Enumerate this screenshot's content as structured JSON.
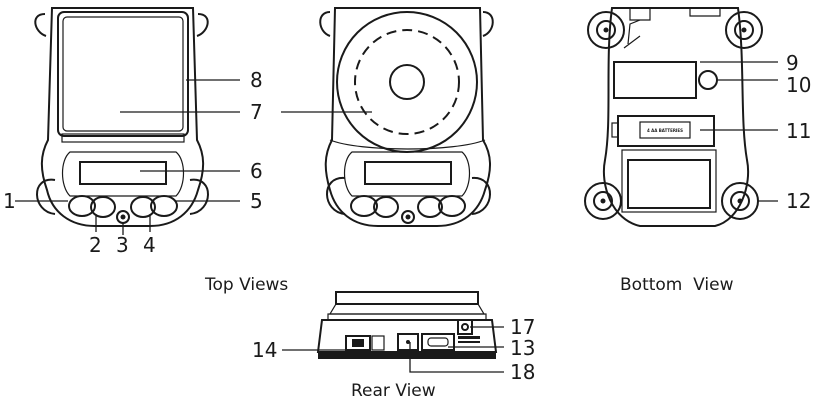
{
  "captions": {
    "top_views": "Top Views",
    "bottom_view": "Bottom  View",
    "rear_view": "Rear View"
  },
  "callouts": {
    "n1": "1",
    "n2": "2",
    "n3": "3",
    "n4": "4",
    "n5": "5",
    "n6": "6",
    "n7": "7",
    "n8": "8",
    "n9": "9",
    "n10": "10",
    "n11": "11",
    "n12": "12",
    "n13": "13",
    "n14": "14",
    "n17": "17",
    "n18": "18"
  },
  "battery_label": "4 AA BATTERIES",
  "colors": {
    "ink": "#1a1a1a",
    "paper": "#ffffff"
  }
}
